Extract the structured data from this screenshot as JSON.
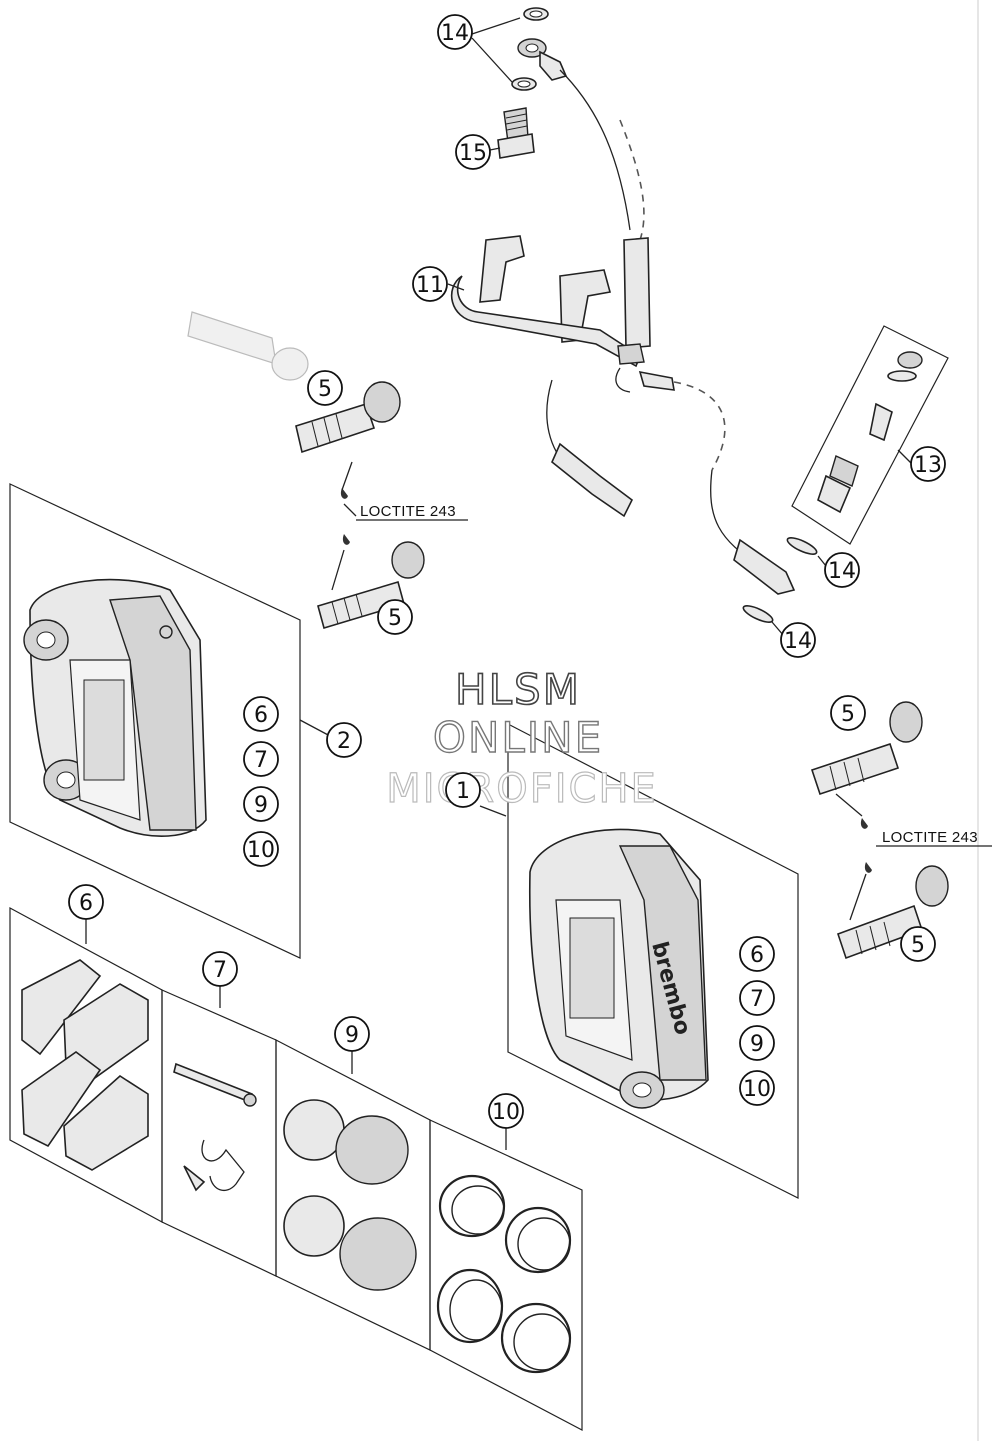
{
  "callouts": {
    "c14a": "14",
    "c15": "15",
    "c11": "11",
    "c13": "13",
    "c14b": "14",
    "c14c": "14",
    "c5a": "5",
    "c5b": "5",
    "c5c": "5",
    "c5d": "5",
    "c2": "2",
    "c1": "1",
    "l6": "6",
    "l7": "7",
    "l9": "9",
    "l10": "10",
    "r6": "6",
    "r7": "7",
    "r9": "9",
    "r10": "10",
    "k6": "6",
    "k7": "7",
    "k9": "9",
    "k10": "10"
  },
  "notes": {
    "loctite_left": "LOCTITE 243",
    "loctite_right": "LOCTITE 243"
  },
  "watermark": {
    "line1": "HLSM",
    "line2": "ONLINE",
    "line3": "MICROFICHE"
  },
  "caliper_brand": "brembo"
}
